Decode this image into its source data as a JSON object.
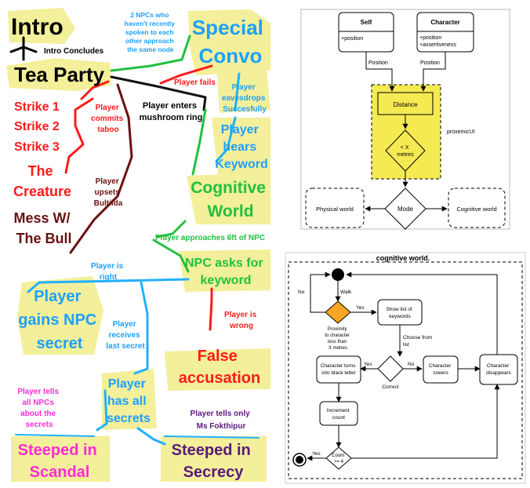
{
  "story": {
    "intro": "Intro",
    "intro_concludes": "Intro Concludes",
    "tea_party": "Tea Party",
    "npcs_note": [
      "2 NPCs who",
      "haven't recently",
      "spoken to each",
      "other approach",
      "the same node"
    ],
    "special_convo": [
      "Special",
      "Convo"
    ],
    "player_fails": "Player fails",
    "player_enters": [
      "Player enters",
      "mushroom ring"
    ],
    "player_eavesdrops": [
      "Player",
      "eavesdrops",
      "Succesfully"
    ],
    "strike1": "Strike 1",
    "strike2": "Strike 2",
    "strike3": "Strike 3",
    "player_commits": [
      "Player",
      "commits",
      "taboo"
    ],
    "the_creature": [
      "The",
      "Creature"
    ],
    "player_hears": [
      "Player",
      "hears",
      "Keyword"
    ],
    "player_upsets": [
      "Player",
      "upsets",
      "Bultilda"
    ],
    "cognitive_world": [
      "Cognitive",
      "World"
    ],
    "mess_bull": [
      "Mess W/",
      "The Bull"
    ],
    "approaches": "Player approaches 6ft of NPC",
    "npc_asks": [
      "NPC asks for",
      "keyword"
    ],
    "player_right": [
      "Player is",
      "right"
    ],
    "gains_secret": [
      "Player",
      "gains NPC",
      "secret"
    ],
    "player_wrong": [
      "Player is",
      "wrong"
    ],
    "receives_secret": [
      "Player",
      "receives",
      "last secret"
    ],
    "false_accusation": [
      "False",
      "accusation"
    ],
    "tells_all": [
      "Player tells",
      "all NPCs",
      "about the",
      "secrets"
    ],
    "has_all": [
      "Player",
      "has all",
      "secrets"
    ],
    "tells_only": [
      "Player tells only",
      "Ms Fokthipur"
    ],
    "steeped_scandal": [
      "Steeped in",
      "Scandal"
    ],
    "steeped_secrecy": [
      "Steeped in",
      "Secrecy"
    ]
  },
  "proxemic": {
    "self_title": "Self",
    "self_attr": "+position",
    "char_title": "Character",
    "char_attr1": "+position",
    "char_attr2": "+assertiveness",
    "position_left": "Position",
    "position_right": "Position",
    "distance": "Distance",
    "decision": [
      "< X",
      "metres"
    ],
    "group_label": "proxemicUI",
    "mode": "Mode",
    "physical": "Physical world",
    "cognitive": "Cognitive world"
  },
  "cogflow": {
    "title": "cognitive world.",
    "walk": "Walk",
    "no_top": "No",
    "yes_top": "Yes",
    "show_list": [
      "Show list of",
      "keywords"
    ],
    "proximity": [
      "Proximity",
      "to character",
      "less than",
      "X metres"
    ],
    "choose": [
      "Choose from",
      "list"
    ],
    "black_letter": [
      "Character turns",
      "into black letter"
    ],
    "yes_mid": "Yes",
    "correct": "Correct",
    "no_mid": "No",
    "sneers": [
      "Character",
      "sneers"
    ],
    "disappears": [
      "Character",
      "disappears"
    ],
    "increment": [
      "Increment",
      "count"
    ],
    "count_check": [
      "Count",
      ">= 4"
    ],
    "yes_bottom": "Yes"
  }
}
